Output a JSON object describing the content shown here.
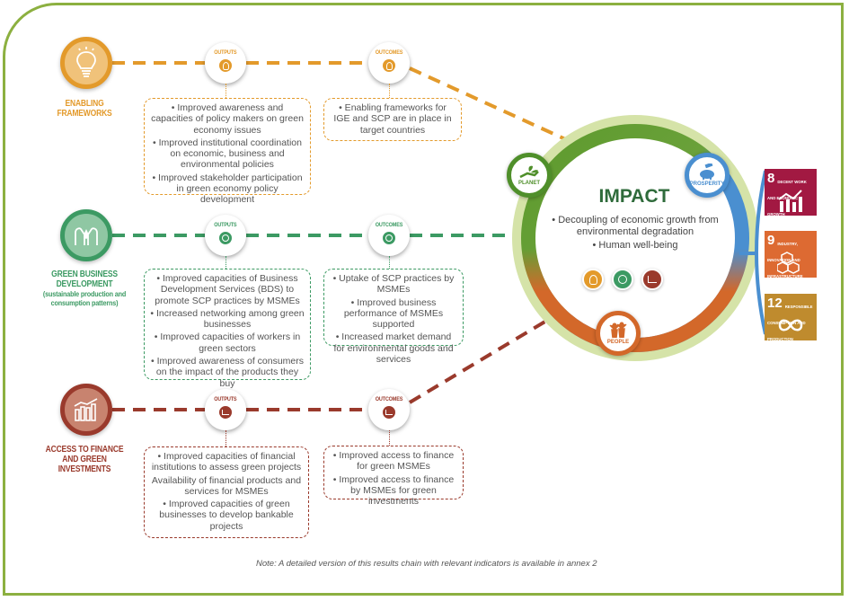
{
  "colors": {
    "frame": "#8cb040",
    "enabling": "#e39a2b",
    "green_business": "#3c9a63",
    "finance": "#9a3a2c",
    "impact_title": "#2f6b3b",
    "planet": "#4f8f2a",
    "prosperity": "#4a8fd0",
    "people": "#d3682a",
    "sdg8": "#a21942",
    "sdg9": "#dd6a32",
    "sdg12": "#bf8b2e"
  },
  "node_labels": {
    "outputs": "OUTPUTS",
    "outcomes": "OUTCOMES"
  },
  "rows": [
    {
      "id": "enabling",
      "icon": "lightbulb-icon",
      "title": "ENABLING FRAMEWORKS",
      "subtitle": "",
      "outputs": [
        "• Improved awareness and capacities of policy makers on green economy issues",
        "• Improved institutional coordination on economic, business and environmental policies",
        "• Improved stakeholder participation in green economy policy development"
      ],
      "outcomes": [
        "• Enabling frameworks for IGE and SCP are in place in target countries"
      ]
    },
    {
      "id": "green_business",
      "icon": "hands-drop-icon",
      "title": "GREEN BUSINESS DEVELOPMENT",
      "subtitle": "(sustainable production and consumption patterns)",
      "outputs": [
        "• Improved capacities of Business Development Services (BDS) to promote SCP practices by MSMEs",
        "• Increased networking among green businesses",
        "• Improved capacities of workers in green sectors",
        "• Improved awareness of consumers on the impact of the products they buy"
      ],
      "outcomes": [
        "• Uptake of SCP practices by MSMEs",
        "• Improved business performance of MSMEs supported",
        "• Increased market demand for environmental goods and services"
      ]
    },
    {
      "id": "finance",
      "icon": "bar-chart-icon",
      "title": "ACCESS TO FINANCE AND GREEN INVESTMENTS",
      "subtitle": "",
      "outputs": [
        "• Improved capacities of financial institutions to assess green projects",
        "Availability of financial products and services for MSMEs",
        "• Improved capacities of green businesses to develop bankable projects"
      ],
      "outcomes": [
        "• Improved access to finance for green MSMEs",
        "• Improved access to finance by MSMEs for green investments"
      ]
    }
  ],
  "impact": {
    "title": "IMPACT",
    "items": [
      "• Decoupling of economic growth from environmental degradation",
      "• Human well-being"
    ],
    "pillars": {
      "planet": "PLANET",
      "prosperity": "PROSPERITY",
      "people": "PEOPLE"
    }
  },
  "sdgs": [
    {
      "number": "8",
      "label": "DECENT WORK AND ECONOMIC GROWTH",
      "icon": "growth-chart-icon"
    },
    {
      "number": "9",
      "label": "INDUSTRY, INNOVATION AND INFRASTRUCTURE",
      "icon": "cubes-icon"
    },
    {
      "number": "12",
      "label": "RESPONSIBLE CONSUMPTION AND PRODUCTION",
      "icon": "infinity-icon"
    }
  ],
  "note": "Note: A detailed version of this results chain with relevant indicators is available in annex 2"
}
